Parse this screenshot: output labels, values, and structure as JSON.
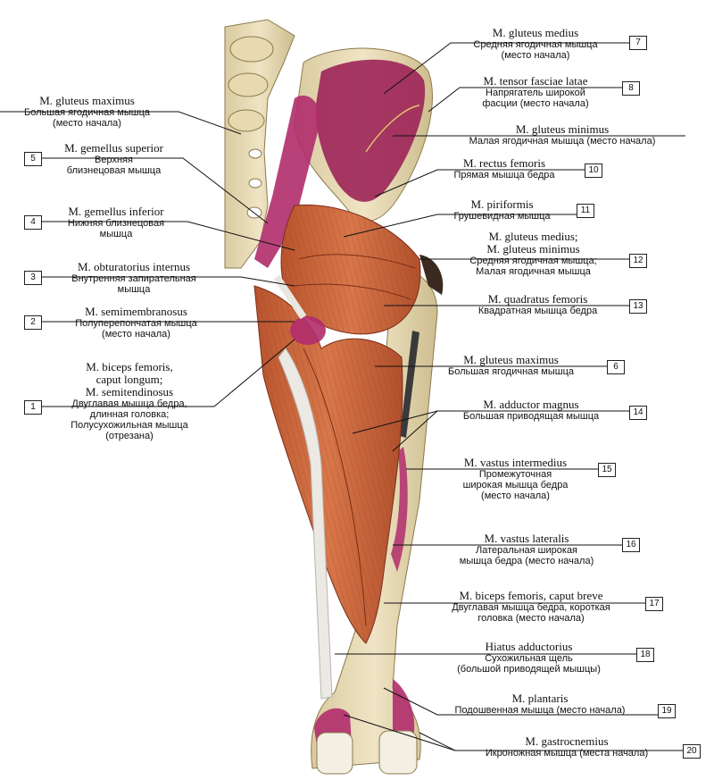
{
  "labels": [
    {
      "id": "7",
      "latin": "M. gluteus medius",
      "ru": [
        "Средняя ягодичная мышца",
        "(место начала)"
      ]
    },
    {
      "id": "8",
      "latin": "M. tensor fasciae latae",
      "ru": [
        "Напрягатель широкой",
        "фасции (место начала)"
      ]
    },
    {
      "id": "9",
      "latin": "M. gluteus minimus",
      "ru": [
        "Малая ягодичная мышца (место начала)"
      ]
    },
    {
      "id": "10",
      "latin": "M. rectus femoris",
      "ru": [
        "Прямая мышца бедра"
      ]
    },
    {
      "id": "11",
      "latin": "M. piriformis",
      "ru": [
        "Грушевидная мышца"
      ]
    },
    {
      "id": "12",
      "latin": "M. gluteus medius;",
      "latin2": "M. gluteus minimus",
      "ru": [
        "Средняя ягодичная мышца;",
        "Малая ягодичная мышца"
      ]
    },
    {
      "id": "13",
      "latin": "M. quadratus femoris",
      "ru": [
        "Квадратная мышца бедра"
      ]
    },
    {
      "id": "6",
      "latin": "M. gluteus maximus",
      "ru": [
        "Большая ягодичная мышца"
      ]
    },
    {
      "id": "14",
      "latin": "M. adductor magnus",
      "ru": [
        "Большая приводящая мышца"
      ]
    },
    {
      "id": "15",
      "latin": "M. vastus intermedius",
      "ru": [
        "Промежуточная",
        "широкая мышца бедра",
        "(место начала)"
      ]
    },
    {
      "id": "16",
      "latin": "M. vastus lateralis",
      "ru": [
        "Латеральная широкая",
        "мышца бедра (место начала)"
      ]
    },
    {
      "id": "17",
      "latin": "M. biceps femoris, caput breve",
      "ru": [
        "Двуглавая мышца бедра, короткая",
        "головка (место начала)"
      ]
    },
    {
      "id": "18",
      "latin": "Hiatus adductorius",
      "ru": [
        "Сухожильная щель",
        "(большой приводящей мышцы)"
      ]
    },
    {
      "id": "19",
      "latin": "M. plantaris",
      "ru": [
        "Подошвенная мышца (место начала)"
      ]
    },
    {
      "id": "20",
      "latin": "M. gastrocnemius",
      "ru": [
        "Икроножная мышца (места начала)"
      ]
    },
    {
      "id": "gm",
      "latin": "M. gluteus maximus",
      "ru": [
        "Большая ягодичная мышца",
        "(место начала)"
      ]
    },
    {
      "id": "5",
      "latin": "M. gemellus superior",
      "ru": [
        "Верхняя",
        "близнецовая мышца"
      ]
    },
    {
      "id": "4",
      "latin": "M. gemellus inferior",
      "ru": [
        "Нижняя близнецовая",
        "мышца"
      ]
    },
    {
      "id": "3",
      "latin": "M. obturatorius internus",
      "ru": [
        "Внутренняя запирательная",
        "мышца"
      ]
    },
    {
      "id": "2",
      "latin": "M. semimembranosus",
      "ru": [
        "Полуперепончатая мышца",
        "(место начала)"
      ]
    },
    {
      "id": "1",
      "latin": "M. biceps femoris,",
      "latin2": "caput longum;",
      "latin3": "M. semitendinosus",
      "ru": [
        "Двуглавая мышца бедра,",
        "длинная головка;",
        "Полусухожильная мышца",
        "(отрезана)"
      ]
    }
  ],
  "numbers": [
    "7",
    "8",
    "10",
    "11",
    "12",
    "13",
    "6",
    "14",
    "15",
    "16",
    "17",
    "18",
    "19",
    "20",
    "5",
    "4",
    "3",
    "2",
    "1"
  ]
}
